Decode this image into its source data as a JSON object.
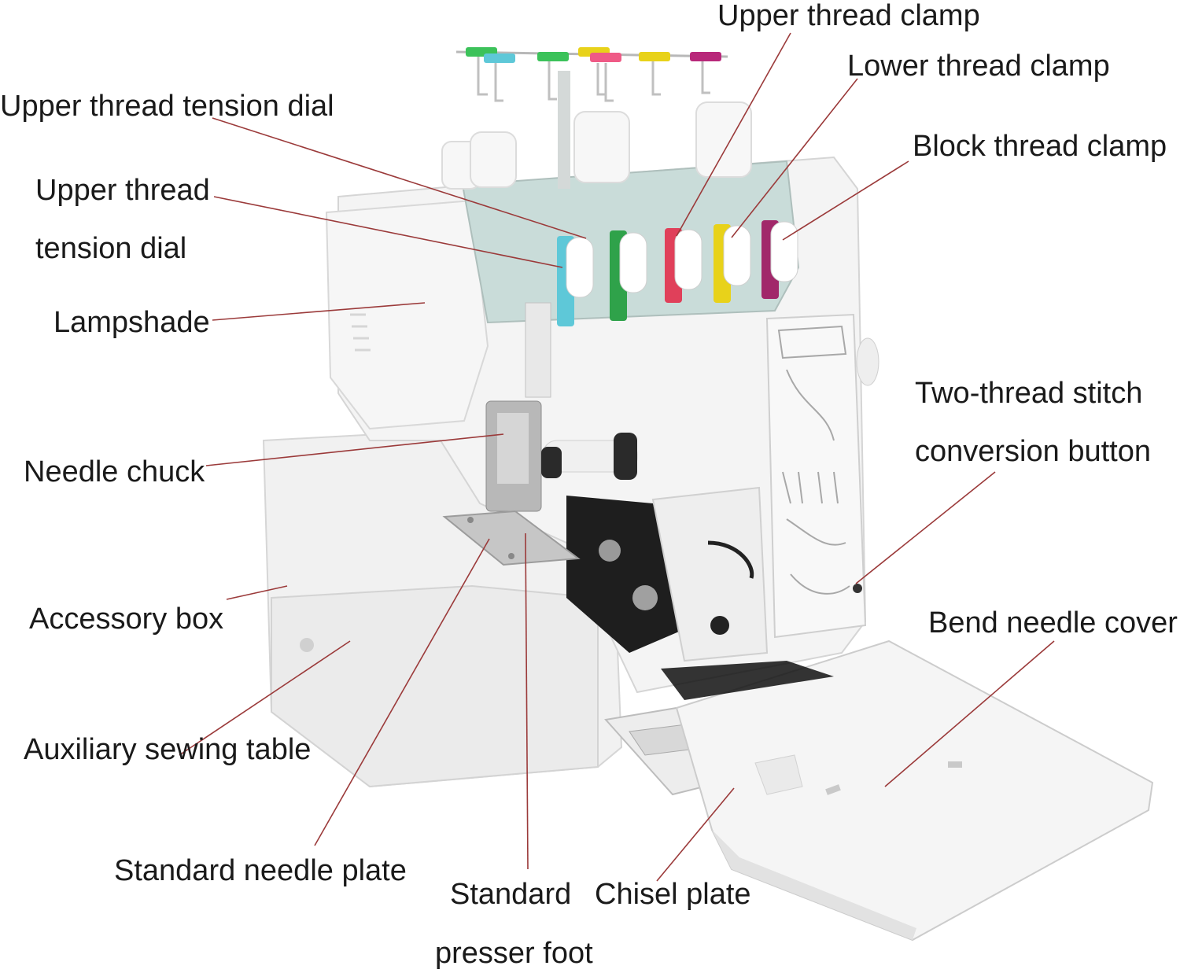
{
  "labels": {
    "upper_thread_clamp": "Upper thread clamp",
    "lower_thread_clamp": "Lower thread clamp",
    "upper_thread_tension_dial": "Upper thread tension dial",
    "block_thread_clamp": "Block thread clamp",
    "upper_thread_2_line1": "Upper thread",
    "upper_thread_2_line2": "tension dial",
    "lampshade": "Lampshade",
    "two_thread_line1": "Two-thread stitch",
    "two_thread_line2": "conversion button",
    "needle_chuck": "Needle chuck",
    "accessory_box": "Accessory box",
    "bend_needle_cover": "Bend needle cover",
    "auxiliary_sewing_table": "Auxiliary sewing table",
    "standard_needle_plate": "Standard needle plate",
    "standard_presser_foot_line1": "Standard",
    "standard_presser_foot_line2": "presser foot",
    "chisel_plate": "Chisel plate"
  },
  "colors": {
    "leader_line": "#9b3a3a",
    "machine_body": "#f3f3f3",
    "tension_panel": "#c9dcd9",
    "spool_colors": [
      "#5ec8d8",
      "#2fa24a",
      "#e0405a",
      "#e8d21a",
      "#a1286a"
    ]
  }
}
